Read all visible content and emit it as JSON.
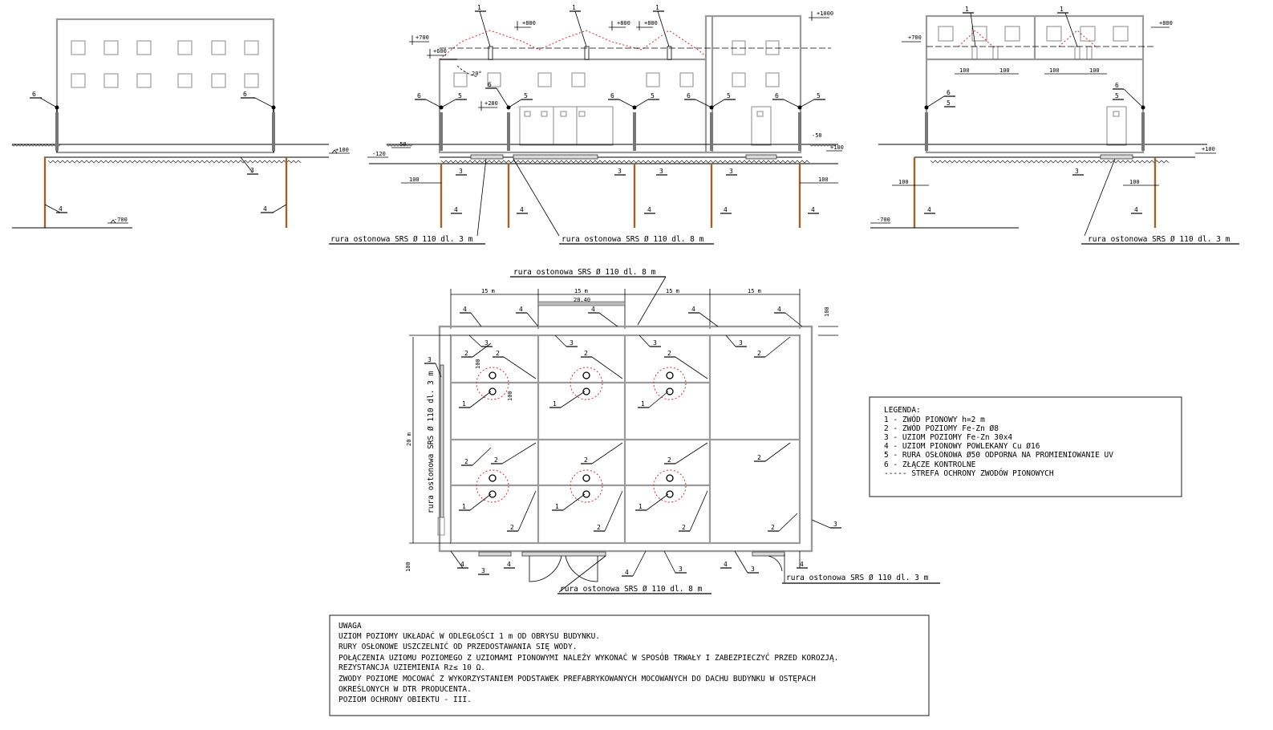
{
  "legend": {
    "title": "LEGENDA:",
    "items": [
      "1 - ZWÓD PIONOWY h=2 m",
      "2 - ZWÓD POZIOMY Fe-Zn Ø8",
      "3 - UZIOM POZIOMY Fe-Zn 30x4",
      "4 - UZIOM PIONOWY POWLEKANY Cu Ø16",
      "5 - RURA OSŁONOWA Ø50 ODPORNA NA PROMIENIOWANIE UV",
      "6 - ZŁĄCZE KONTROLNE",
      "----- STREFA OCHRONY ZWODÓW PIONOWYCH"
    ]
  },
  "notes": {
    "title": "UWAGA",
    "lines": [
      "UZIOM POZIOMY UKŁADAĆ W ODLEGŁOŚCI 1 m  OD OBRYSU BUDYNKU.",
      "RURY OSŁONOWE USZCZELNIĆ OD PRZEDOSTAWANIA SIĘ WODY.",
      "POŁĄCZENIA UZIOMU POZIOMEGO Z UZIOMAMI PIONOWYMI NALEŻY WYKONAĆ W SPOSÓB TRWAŁY I ZABEZPIECZYĆ PRZED KOROZJĄ.",
      "REZYSTANCJA UZIEMIENIA Rz≤ 10 Ω.",
      "ZWODY POZIOME MOCOWAĆ Z WYKORZYSTANIEM PODSTAWEK PREFABRYKOWANYCH MOCOWANYCH DO DACHU BUDYNKU W OSTĘPACH",
      "OKREŚLONYCH W DTR PRODUCENTA.",
      "POZIOM OCHRONY OBIEKTU - III."
    ]
  },
  "pipe_labels": {
    "srs_3m": "rura ostonowa SRS Ø 110 dl. 3 m",
    "srs_8m": "rura ostonowa SRS Ø 110 dl. 8 m"
  },
  "levels": {
    "p1000": "+1000",
    "p800": "+800",
    "p700": "+700",
    "p600": "+600",
    "p280": "+280",
    "p100": "+100",
    "m50": "-50",
    "m120": "-120",
    "m700": "-700"
  },
  "dims": {
    "d100": "100",
    "d15m": "15 m",
    "d20m": "20 m",
    "angle": "20°",
    "hidden_dim": "20.40"
  },
  "markers": {
    "m1": "1",
    "m2": "2",
    "m3": "3",
    "m4": "4",
    "m5": "5",
    "m6": "6"
  }
}
